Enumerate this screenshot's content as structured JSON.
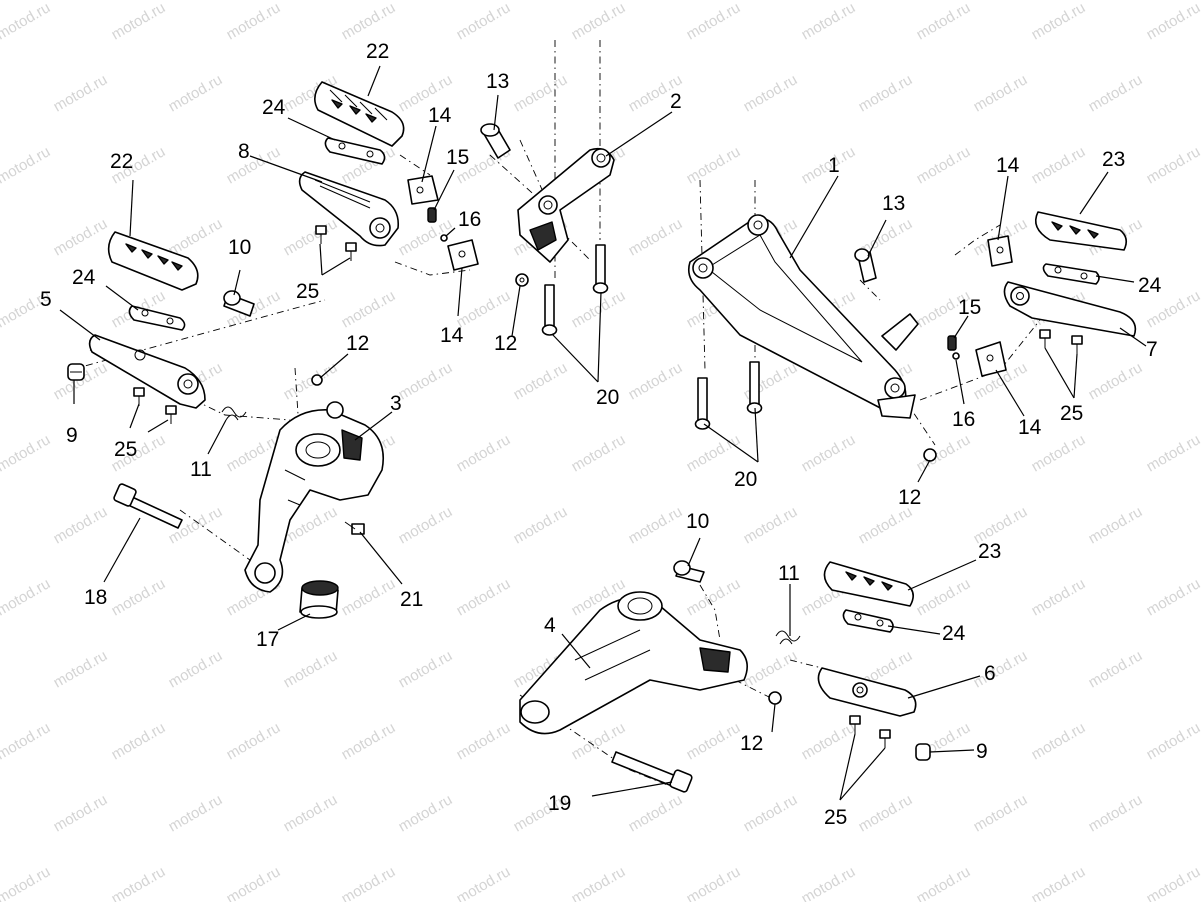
{
  "watermark": {
    "text": "motod.ru"
  },
  "callouts": [
    "1",
    "2",
    "3",
    "4",
    "5",
    "6",
    "7",
    "8",
    "9",
    "10",
    "11",
    "12",
    "13",
    "14",
    "15",
    "16",
    "17",
    "18",
    "19",
    "20",
    "21",
    "22",
    "23",
    "24",
    "25"
  ],
  "colors": {
    "ink": "#000000",
    "watermark": "#d4d4d4",
    "background": "#ffffff"
  }
}
